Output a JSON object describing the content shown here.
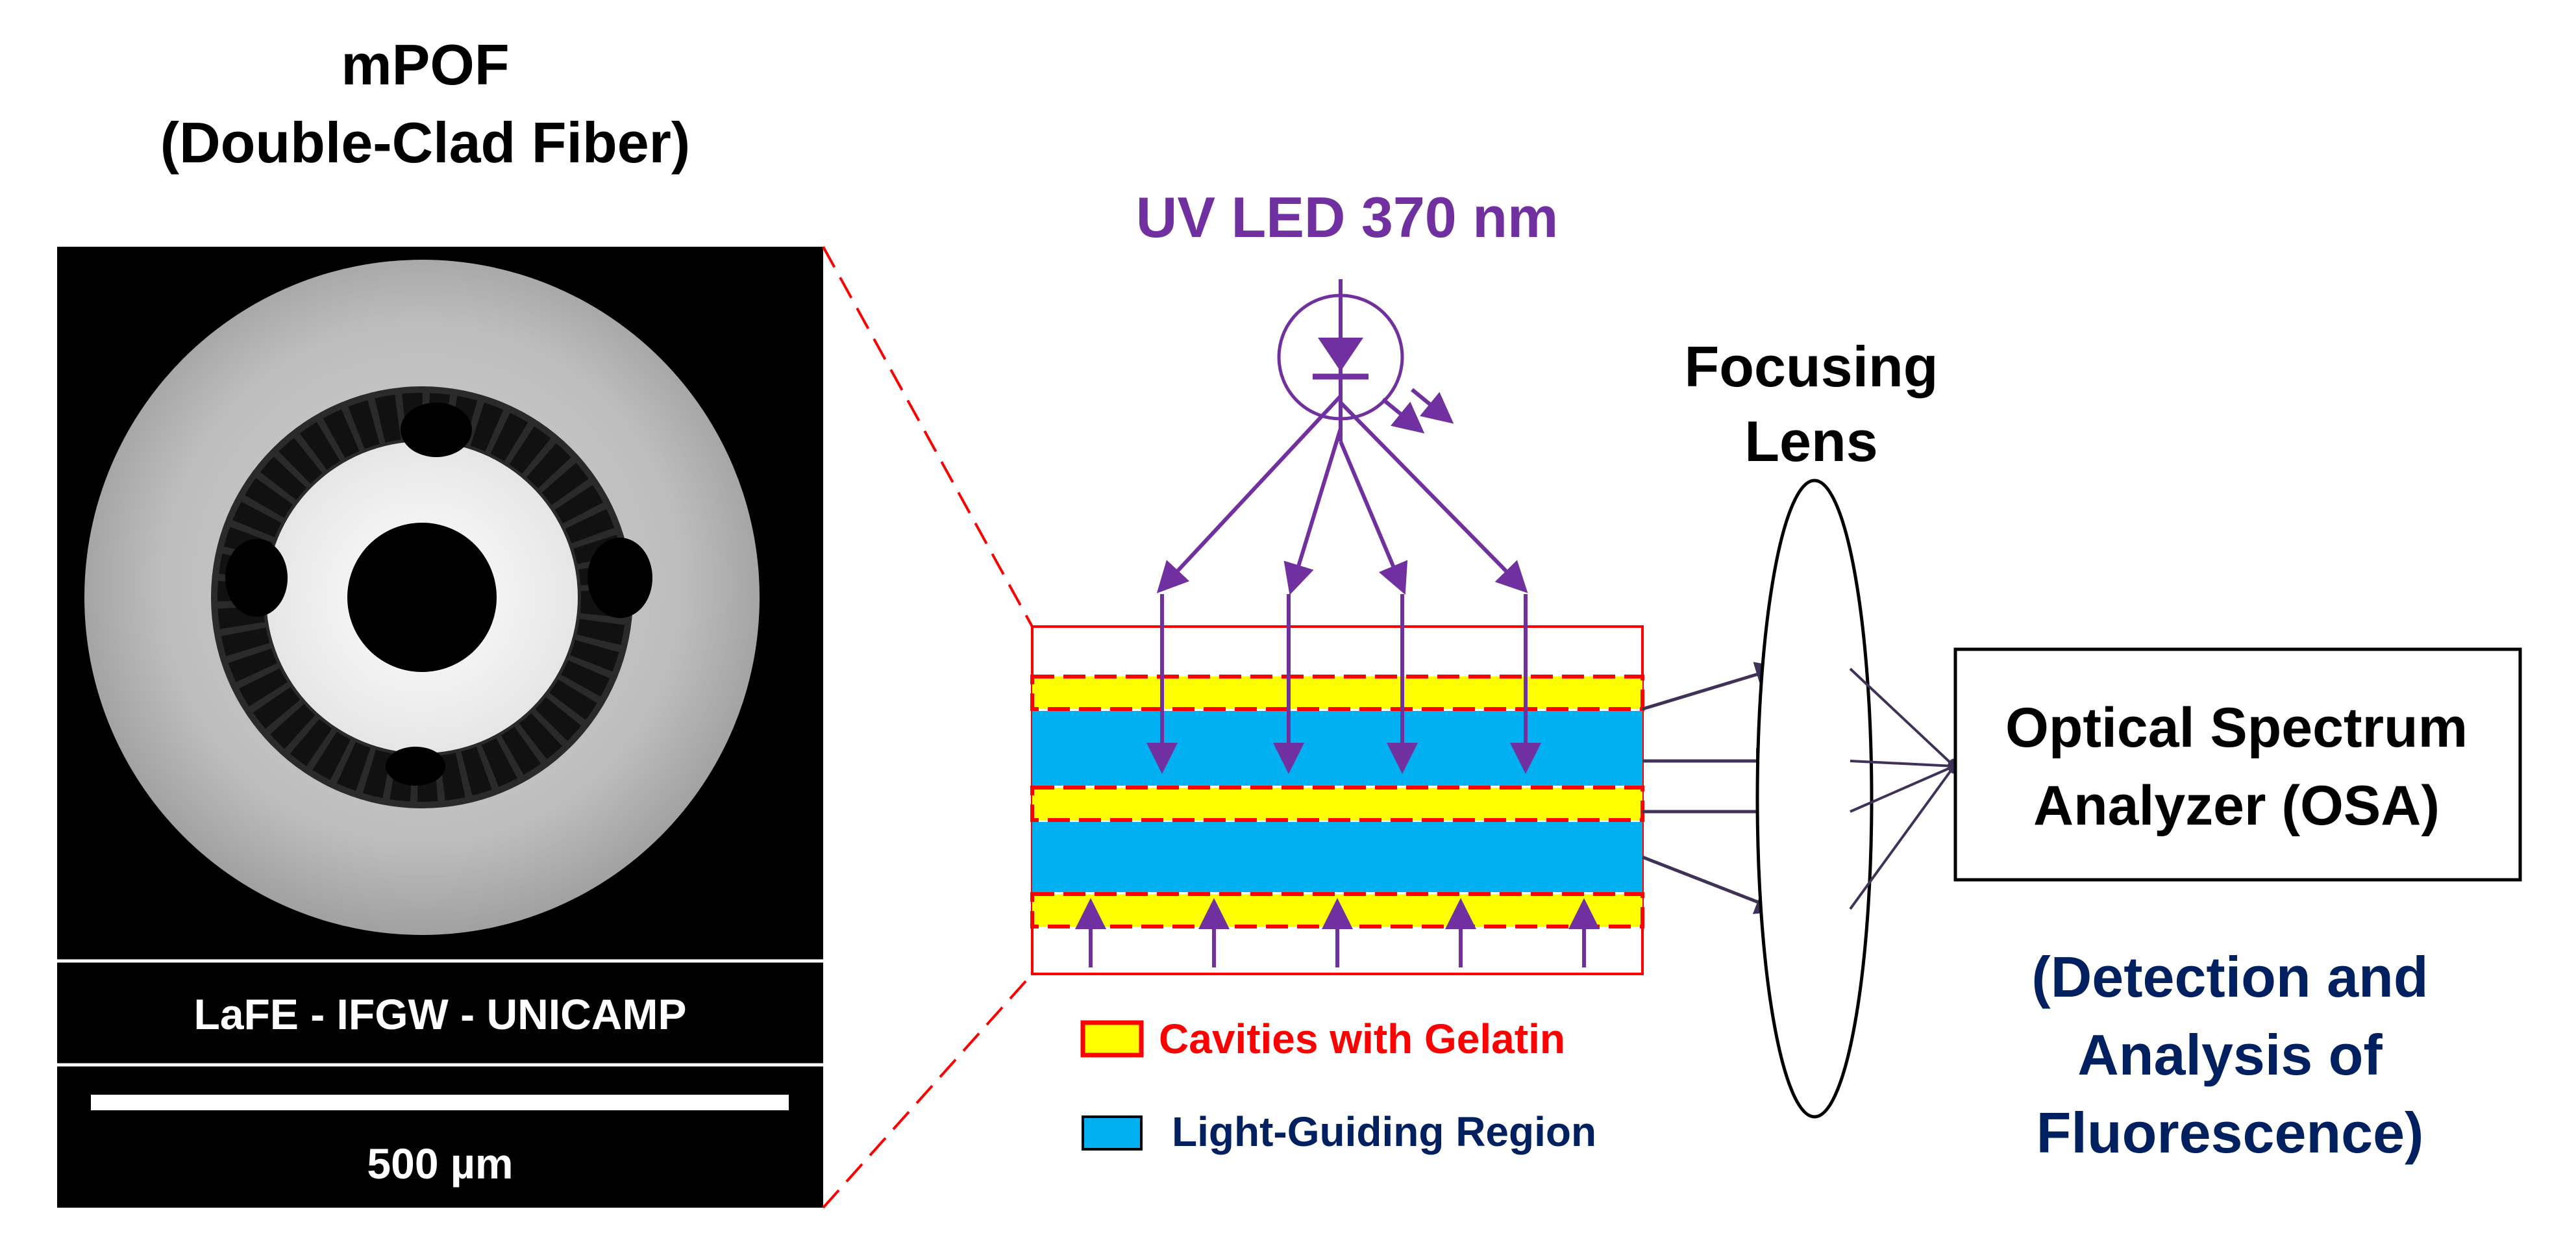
{
  "fiber_image": {
    "title_line1": "mPOF",
    "title_line2": "(Double-Clad Fiber)",
    "caption": "LaFE - IFGW - UNICAMP",
    "scale_label": "500 µm"
  },
  "source": {
    "label": "UV LED 370 nm"
  },
  "lens": {
    "label_line1": "Focusing",
    "label_line2": "Lens"
  },
  "analyzer": {
    "label_line1": "Optical Spectrum",
    "label_line2": "Analyzer (OSA)"
  },
  "detection": {
    "line1": "(Detection and",
    "line2": "Analysis of",
    "line3": "Fluorescence)"
  },
  "legend": {
    "cavities_label": "Cavities with Gelatin",
    "guiding_label": "Light-Guiding Region"
  },
  "colors": {
    "uv": "#7030A0",
    "gelatin_fill": "#FFFF00",
    "gelatin_edge": "#FF0000",
    "guiding_fill": "#00B0F0",
    "detection_text": "#002060",
    "lens_arrows": "#3F3157",
    "text": "#000000"
  }
}
